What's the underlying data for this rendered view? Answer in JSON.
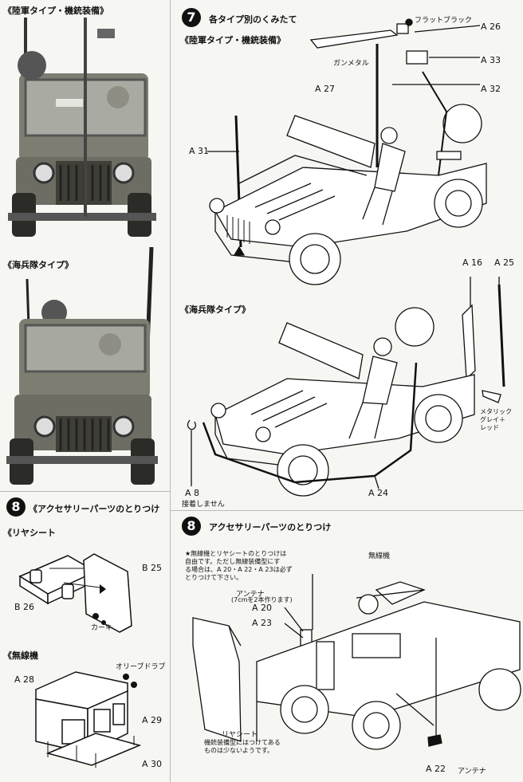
{
  "left_column": {
    "army_caption": "《陸軍タイプ・機銃装備》",
    "marine_caption": "《海兵隊タイプ》",
    "step8_number": "8",
    "step8_title": "《アクセサリーパーツのとりつけ",
    "rear_seat_caption": "《リヤシート",
    "radio_caption": "《無線機",
    "label_b25": "B 25",
    "label_b26": "B 26",
    "label_khaki": "カーキ",
    "label_olive": "オリーブドラブ",
    "label_a28": "A 28",
    "label_a29": "A 29",
    "label_a30": "A 30"
  },
  "step7": {
    "number": "7",
    "title": "各タイプ別のくみたて",
    "army_caption": "《陸軍タイプ・機銃装備》",
    "marine_caption": "《海兵隊タイプ》",
    "flat_black": "フラットブラック",
    "gunmetal": "ガンメタル",
    "a26": "A 26",
    "a33": "A 33",
    "a27": "A 27",
    "a32": "A 32",
    "a31": "A 31",
    "a16": "A 16",
    "a25": "A 25",
    "metallic_grey": "メタリック\nグレイ＋\nレッド",
    "a8": "A 8",
    "a8_note": "接着しません",
    "a24": "A 24"
  },
  "step8_right": {
    "number": "8",
    "title": "アクセサリーパーツのとりつけ",
    "note": "★無線機とリヤシートのとりつけは\n自由です。ただし無線装備型にす\nる場合は、A 20・A 22・A 23は必ず\nとりつけて下さい。",
    "radio": "無線機",
    "antenna_head": "アンテナ",
    "antenna_note": "(7cmを2本作ります)",
    "a20": "A 20",
    "a23": "A 23",
    "rear_seat": "リヤシート",
    "rear_seat_note": "機銃装備型にはつけてある\nものは少ないようです。",
    "a22": "A 22",
    "antenna": "アンテナ"
  }
}
